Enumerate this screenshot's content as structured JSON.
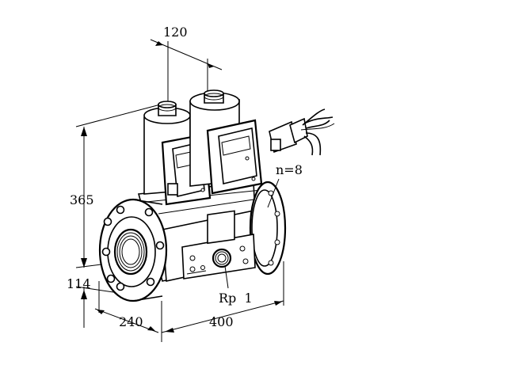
{
  "dimensions": {
    "top_width": "120",
    "height_total": "365",
    "height_axis": "114",
    "depth": "240",
    "length": "400"
  },
  "labels": {
    "pipe_thread": "Rp  1",
    "connector_pins": "n=8"
  },
  "colors": {
    "line": "#000000",
    "background": "#ffffff"
  }
}
